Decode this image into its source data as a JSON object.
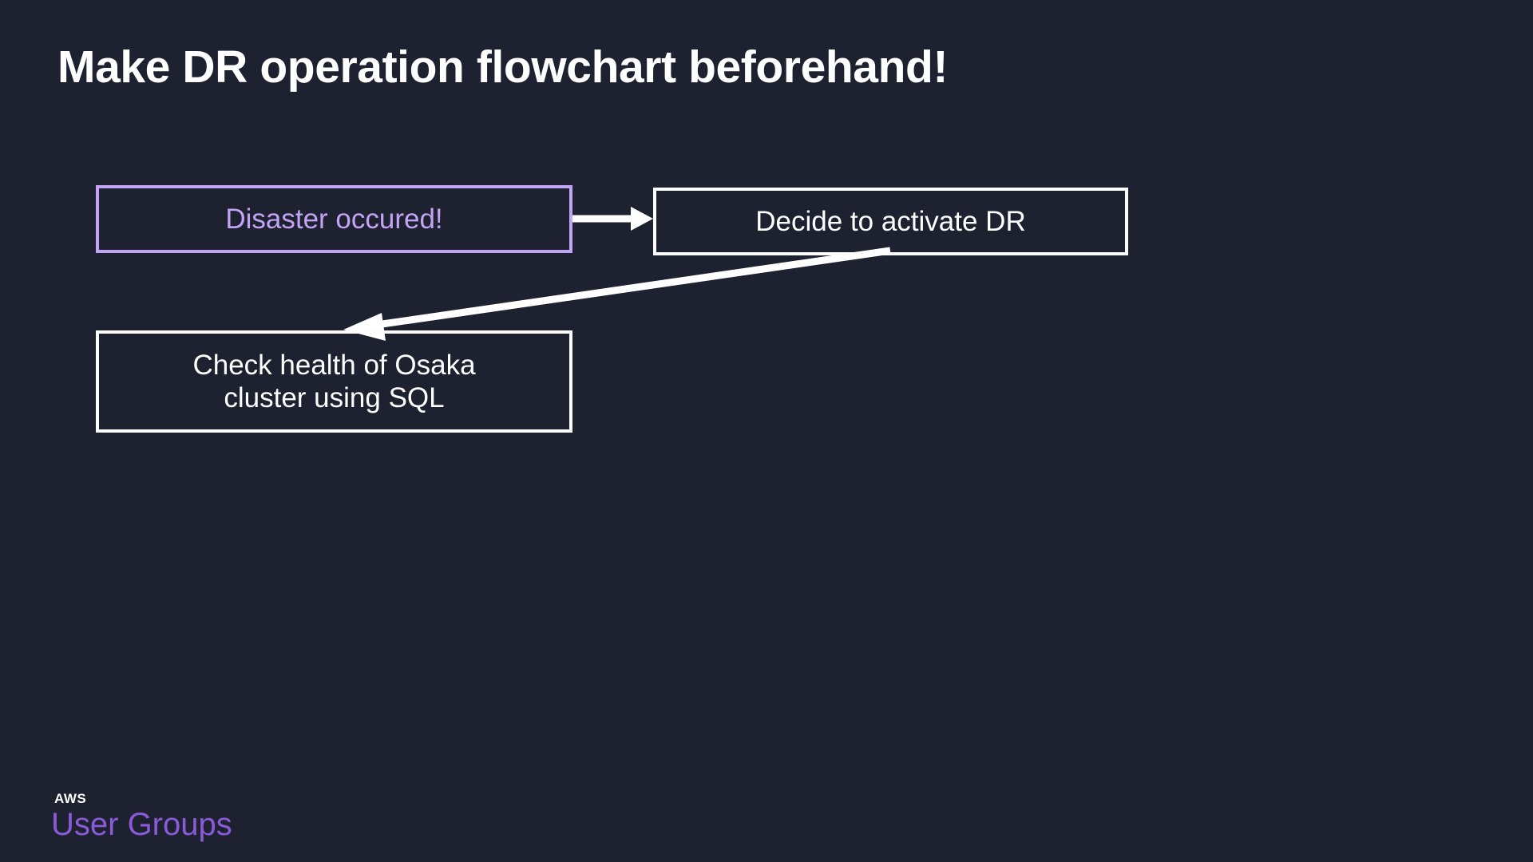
{
  "slide": {
    "background_color": "#1d2130",
    "title": "Make DR operation flowchart beforehand!",
    "title_color": "#ffffff"
  },
  "flowchart": {
    "nodes": [
      {
        "id": "disaster",
        "label": "Disaster occured!",
        "border_color": "#c2a4f6",
        "text_color": "#c3a3f4"
      },
      {
        "id": "decide",
        "label": "Decide to activate DR",
        "border_color": "#fdfdfd",
        "text_color": "#ffffff"
      },
      {
        "id": "check",
        "label": "Check health of Osaka\ncluster using SQL",
        "border_color": "#fdfdfd",
        "text_color": "#ffffff"
      }
    ],
    "connectors": [
      {
        "id": "disaster-to-decide",
        "from": "disaster",
        "to": "decide",
        "color": "#ffffff"
      },
      {
        "id": "decide-to-check",
        "from": "decide",
        "to": "check",
        "color": "#ffffff"
      }
    ]
  },
  "logo": {
    "aws": "AWS",
    "user_groups": "User Groups",
    "aws_color": "#ffffff",
    "user_groups_color": "#8a5bd8"
  }
}
